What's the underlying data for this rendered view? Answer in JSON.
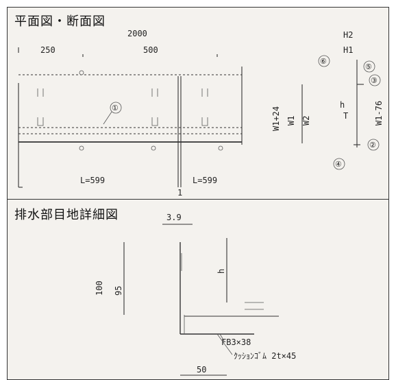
{
  "plan_section": {
    "title": "平面図・断面図",
    "dims": {
      "overall": "2000",
      "left": "250",
      "middle": "500",
      "length_left": "L=599",
      "length_right": "L=599",
      "gap": "1",
      "w1_plus": "W1+24",
      "w1": "W1",
      "w2": "W2",
      "w1_minus": "W1-76",
      "h2": "H2",
      "h1": "H1",
      "h": "h",
      "t": "T"
    },
    "callouts": [
      "①",
      "②",
      "③",
      "④",
      "⑤",
      "⑥"
    ]
  },
  "drain_detail": {
    "title": "排水部目地詳細図",
    "dims": {
      "top": "3.9",
      "total_height": "100",
      "inner_height": "95",
      "h": "h",
      "bottom": "50"
    },
    "labels": {
      "flat_bar": "FB3×38",
      "cushion_rubber": "ｸｯｼｮﾝｺﾞﾑ 2t×45"
    }
  }
}
